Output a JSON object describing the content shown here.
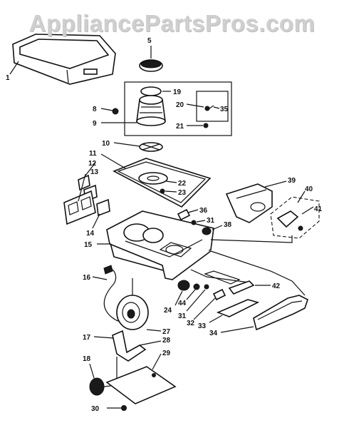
{
  "watermark": "AppliancePartsPros.com",
  "callouts": {
    "c1": "1",
    "c5": "5",
    "c8": "8",
    "c9": "9",
    "c10": "10",
    "c11": "11",
    "c12": "12",
    "c13": "13",
    "c14": "14",
    "c15": "15",
    "c16": "16",
    "c17": "17",
    "c18": "18",
    "c19": "19",
    "c20": "20",
    "c21": "21",
    "c22": "22",
    "c23": "23",
    "c24": "24",
    "c27": "27",
    "c28": "28",
    "c29": "29",
    "c30": "30",
    "c31a": "31",
    "c31b": "31",
    "c32": "32",
    "c33": "33",
    "c34": "34",
    "c35": "35",
    "c36": "36",
    "c38": "38",
    "c39": "39",
    "c40": "40",
    "c41": "41",
    "c42": "42",
    "c44": "44"
  }
}
